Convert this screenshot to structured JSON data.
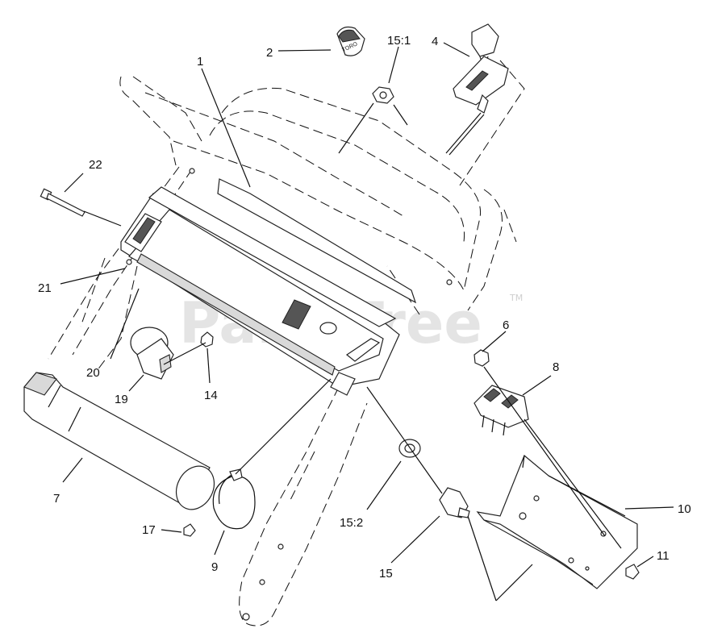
{
  "watermark": {
    "text": "PartsTree",
    "mark": "TM"
  },
  "labels": {
    "p1": "1",
    "p2": "2",
    "p15_1": "15:1",
    "p4": "4",
    "p22": "22",
    "p21": "21",
    "p20": "20",
    "p19": "19",
    "p14": "14",
    "p7": "7",
    "p17": "17",
    "p9": "9",
    "p15_2": "15:2",
    "p15": "15",
    "p6": "6",
    "p8": "8",
    "p10": "10",
    "p11": "11"
  },
  "key_text": "TORO"
}
